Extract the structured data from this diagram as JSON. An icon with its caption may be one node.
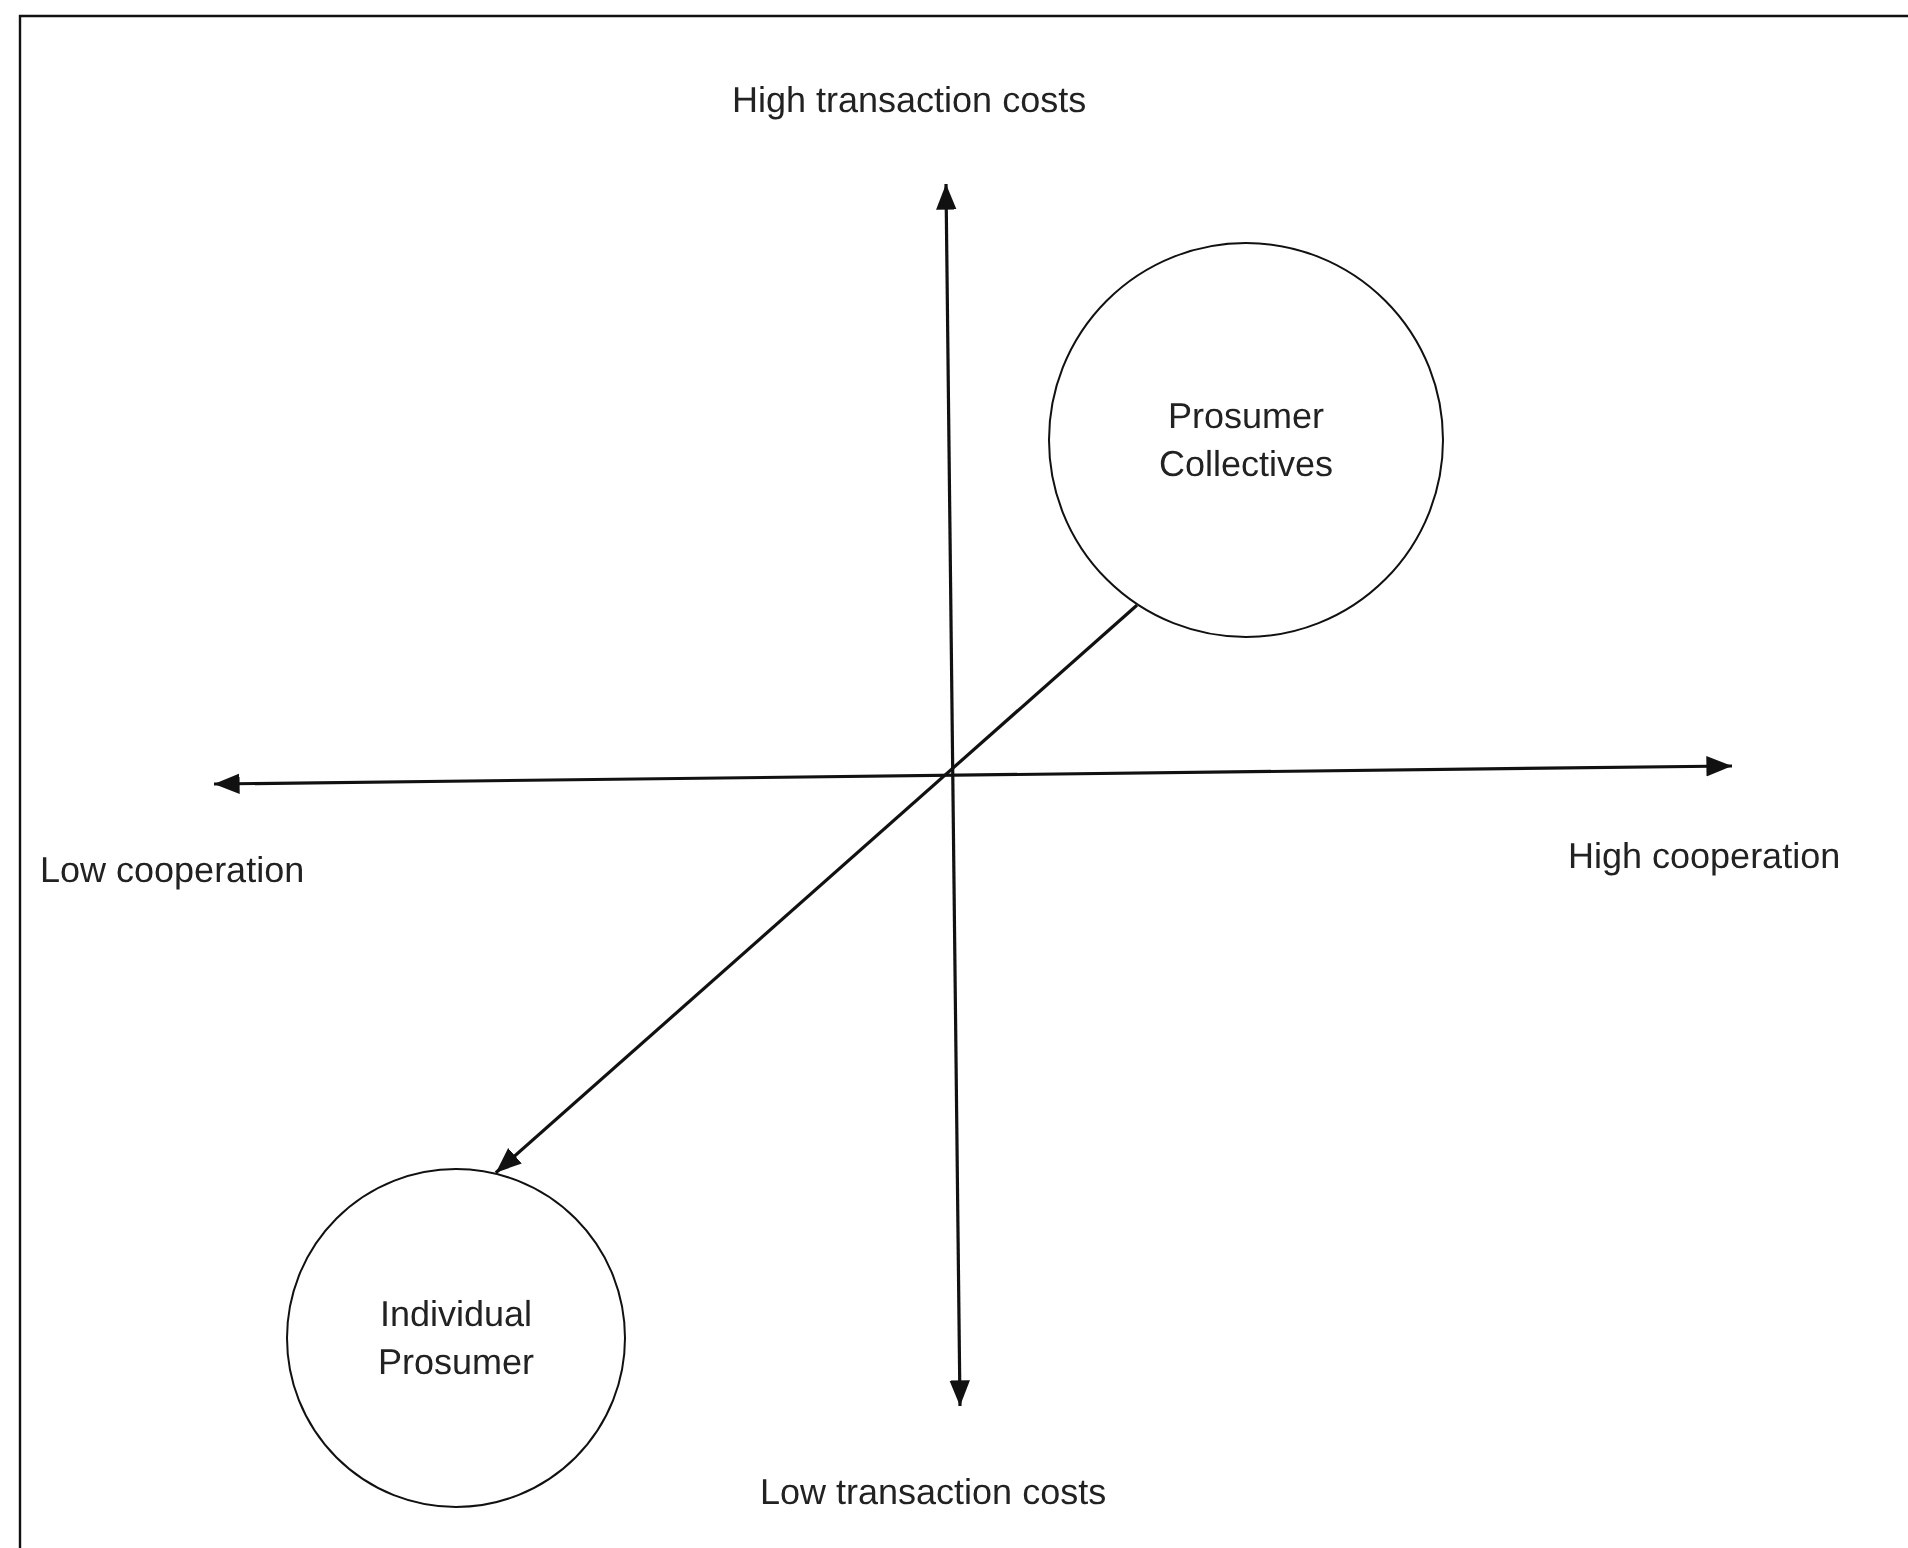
{
  "diagram": {
    "nodes": [
      {
        "text": [
          "Prosumer Collectives"
        ]
      },
      {
        "text": [
          "Individual Prosumer"
        ]
      }
    ],
    "edges": [
      {
        "from": 0,
        "to": 1,
        "arrow": "to"
      }
    ],
    "labels": [
      "High transaction costs",
      "Low cooperation",
      "High cooperation",
      "Low transaction costs"
    ]
  }
}
